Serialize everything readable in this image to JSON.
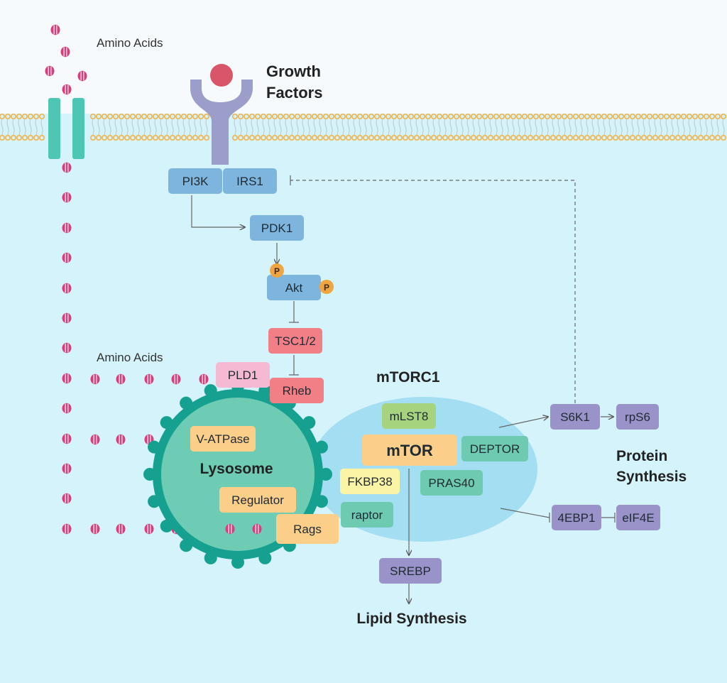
{
  "labels": {
    "amino_acids_top": "Amino Acids",
    "amino_acids_mid": "Amino Acids",
    "growth_factors_line1": "Growth",
    "growth_factors_line2": "Factors",
    "mtorc1": "mTORC1",
    "lysosome": "Lysosome",
    "protein_synthesis_line1": "Protein",
    "protein_synthesis_line2": "Synthesis",
    "lipid_synthesis": "Lipid Synthesis",
    "phospho": "P"
  },
  "nodes": {
    "pi3k": "PI3K",
    "irs1": "IRS1",
    "pdk1": "PDK1",
    "akt": "Akt",
    "tsc": "TSC1/2",
    "pld1": "PLD1",
    "rheb": "Rheb",
    "mlst8": "mLST8",
    "mtor": "mTOR",
    "deptor": "DEPTOR",
    "fkbp38": "FKBP38",
    "pras40": "PRAS40",
    "raptor": "raptor",
    "vatpase": "V-ATPase",
    "regulator": "Regulator",
    "rags": "Rags",
    "s6k1": "S6K1",
    "rps6": "rpS6",
    "ebp1": "4EBP1",
    "eif4e": "eIF4E",
    "srebp": "SREBP"
  },
  "colors": {
    "extracellular": "#f6fafc",
    "cytoplasm": "#d5f3fb",
    "membrane_head": "#f2b24a",
    "membrane_tail": "#bfc4c6",
    "receptor": "#9a9ec9",
    "ligand": "#d9566a",
    "channel": "#4fc6b4",
    "amino_acid": "#d2417e",
    "blue_node": "#7eb5de",
    "red_node": "#f27f86",
    "pink_node": "#f6b9d3",
    "green_node": "#a6d47e",
    "orange_node": "#fbce8a",
    "teal_node": "#6fcab2",
    "yellow_node": "#fbf4a4",
    "purple_node": "#9993c9",
    "lysosome_fill": "#6ecbb4",
    "lysosome_rim": "#16a08f",
    "mtorc1_ellipse": "#a3def2",
    "phospho": "#f0a540"
  }
}
